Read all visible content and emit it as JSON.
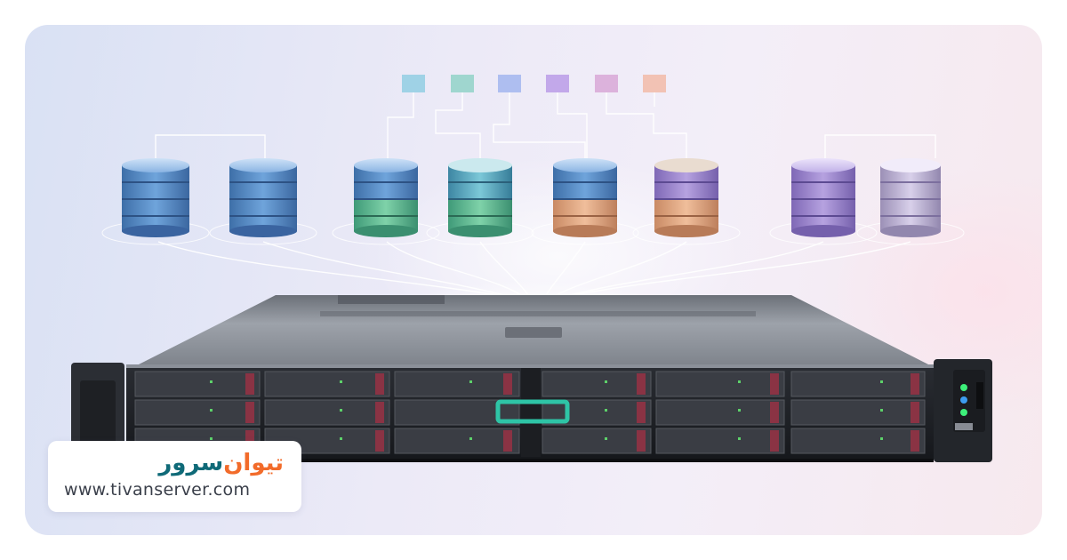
{
  "brand": {
    "name_part1": "تیوان",
    "name_part2": "سرور",
    "website": "www.tivanserver.com"
  },
  "colors": {
    "brand_orange": "#f26b2a",
    "brand_teal": "#0f6a78",
    "server_accent": "#2ec4a6"
  },
  "icons": [
    "database-icon",
    "server-rack-icon",
    "drive-bay-icon",
    "status-led-icon"
  ]
}
